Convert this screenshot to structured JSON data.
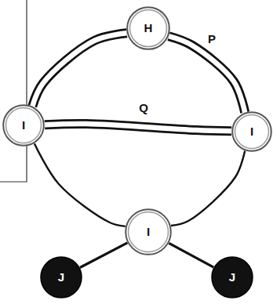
{
  "diagram": {
    "nodes": [
      {
        "text": [
          "H"
        ]
      },
      {
        "text": [
          "I"
        ]
      },
      {
        "text": [
          "I"
        ]
      },
      {
        "text": [
          "I"
        ]
      },
      {
        "text": [
          "J"
        ]
      },
      {
        "text": [
          "J"
        ]
      }
    ],
    "edges": [
      {
        "from": 1,
        "to": 0,
        "arrow": "none"
      },
      {
        "from": 0,
        "to": 2,
        "arrow": "none",
        "label": "P"
      },
      {
        "from": 1,
        "to": 2,
        "arrow": "none",
        "label": "Q"
      },
      {
        "from": 1,
        "to": 3,
        "arrow": "none"
      },
      {
        "from": 2,
        "to": 3,
        "arrow": "none"
      },
      {
        "from": 3,
        "to": 4,
        "arrow": "none"
      },
      {
        "from": 3,
        "to": 5,
        "arrow": "none"
      }
    ]
  }
}
